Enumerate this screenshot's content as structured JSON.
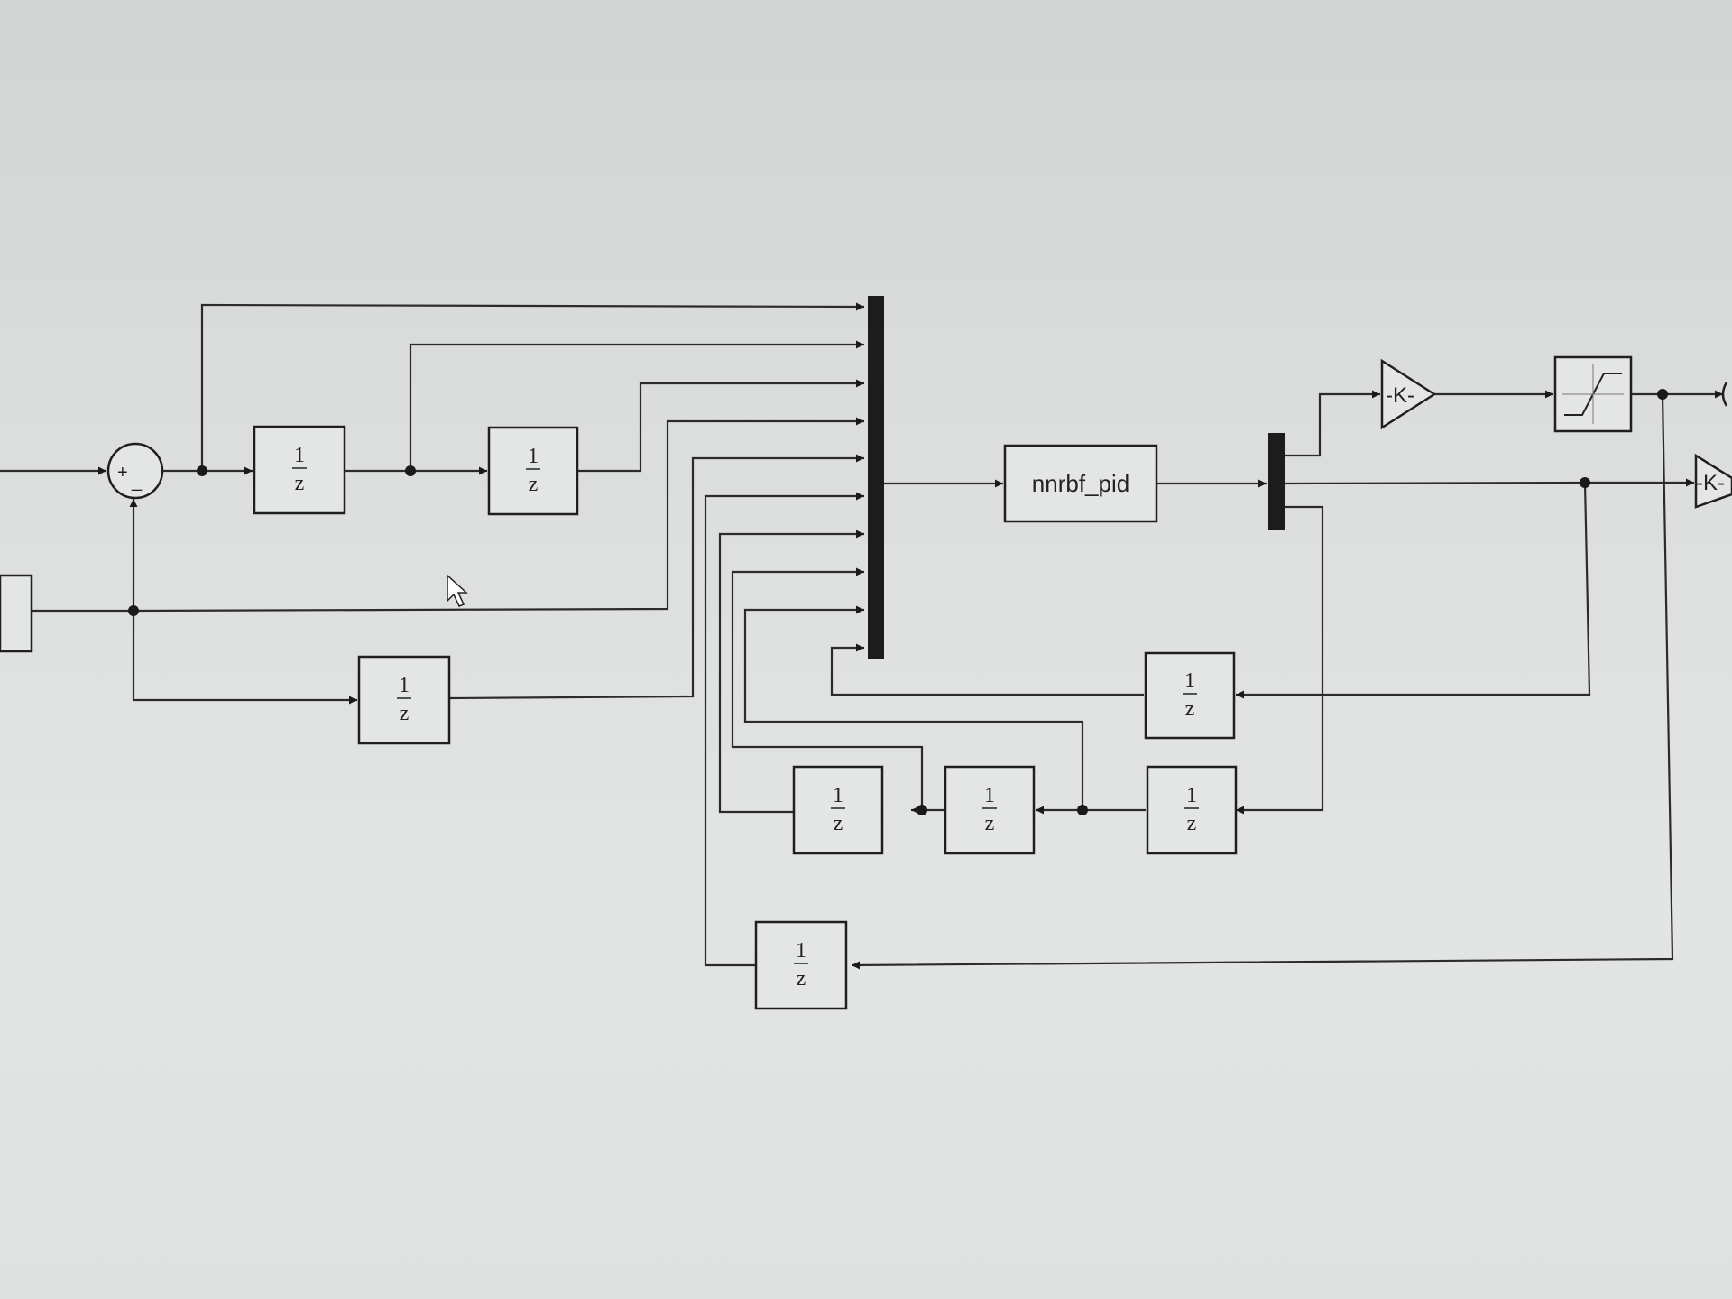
{
  "diagram": {
    "unit_delay": {
      "numerator": "1",
      "denominator": "z"
    },
    "sum_block": {
      "plus_sign": "+",
      "minus_sign": "_"
    },
    "nn_block_label": "nnrbf_pid",
    "gain_label": "-K-",
    "mux_inputs": 10,
    "colors": {
      "line": "#2b2b2b",
      "block_fill": "#e4e6e6",
      "bar": "#1c1c1c"
    }
  }
}
